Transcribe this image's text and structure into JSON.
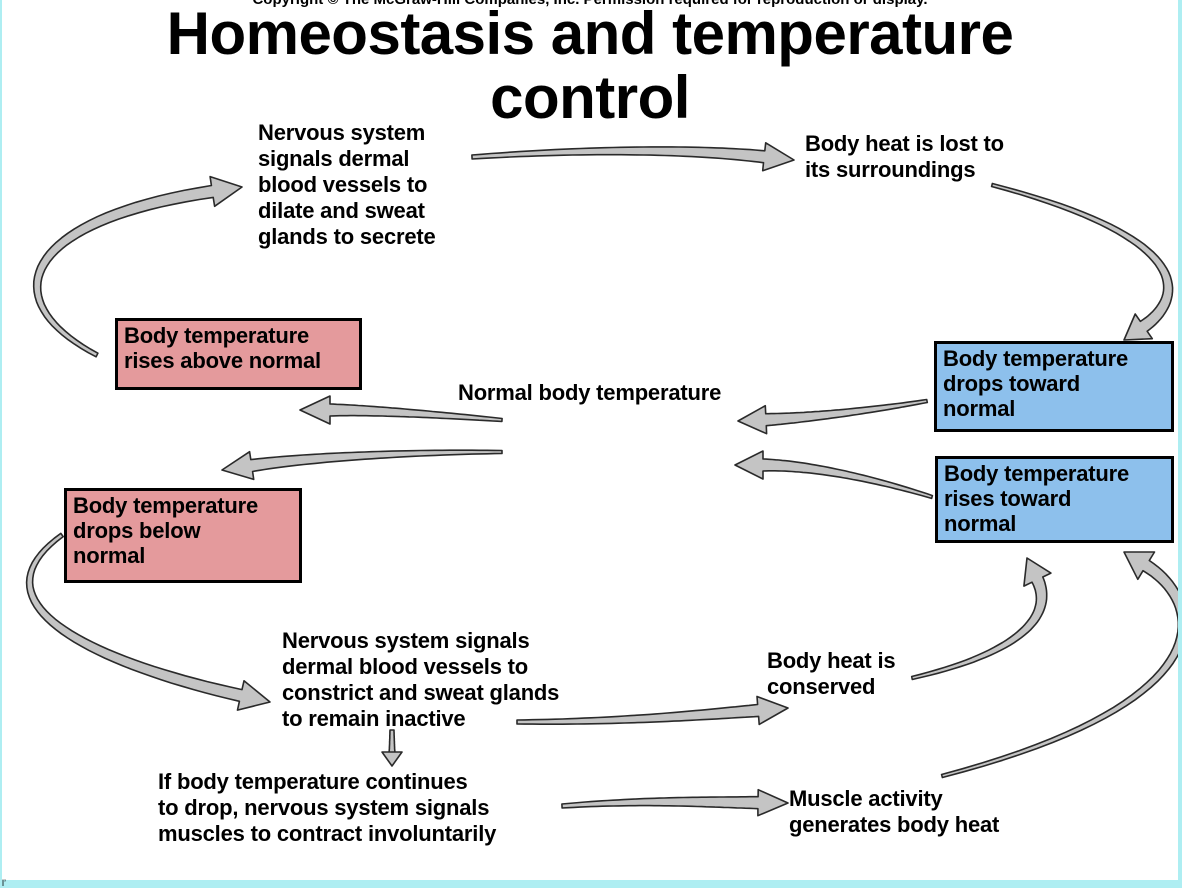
{
  "header": {
    "copyright": "Copyright © The McGraw-Hill Companies, Inc. Permission required for reproduction or display.",
    "title_lines": [
      "Homeostasis and temperature",
      "control"
    ]
  },
  "diagram": {
    "nodes": {
      "nervous_dilate": {
        "lines": [
          "Nervous system",
          "signals dermal",
          "blood vessels to",
          "dilate and sweat",
          "glands to secrete"
        ]
      },
      "heat_lost": {
        "lines": [
          "Body heat is lost to",
          "its surroundings"
        ]
      },
      "rises_above": {
        "lines": [
          "Body temperature",
          "rises above normal"
        ]
      },
      "drops_toward": {
        "lines": [
          "Body temperature",
          "drops toward",
          "normal"
        ]
      },
      "normal_temp": {
        "lines": [
          "Normal body temperature"
        ]
      },
      "drops_below": {
        "lines": [
          "Body temperature",
          "drops below",
          "normal"
        ]
      },
      "rises_toward": {
        "lines": [
          "Body temperature",
          "rises toward",
          "normal"
        ]
      },
      "nervous_constrict": {
        "lines": [
          "Nervous system signals",
          "dermal blood vessels to",
          "constrict and sweat glands",
          "to remain inactive"
        ]
      },
      "heat_conserved": {
        "lines": [
          "Body heat is",
          "conserved"
        ]
      },
      "continues_drop": {
        "lines": [
          "If body temperature continues",
          "to drop, nervous system signals",
          "muscles to contract involuntarily"
        ]
      },
      "muscle_activity": {
        "lines": [
          "Muscle activity",
          "generates body heat"
        ]
      }
    },
    "colors": {
      "box_warm": "#e49a9c",
      "box_cool": "#8dc0ec",
      "arrow_fill": "#c4c4c4",
      "arrow_stroke": "#2a2a2a",
      "margin": "#aeeef2"
    }
  },
  "footer": {
    "mark": "l’"
  }
}
